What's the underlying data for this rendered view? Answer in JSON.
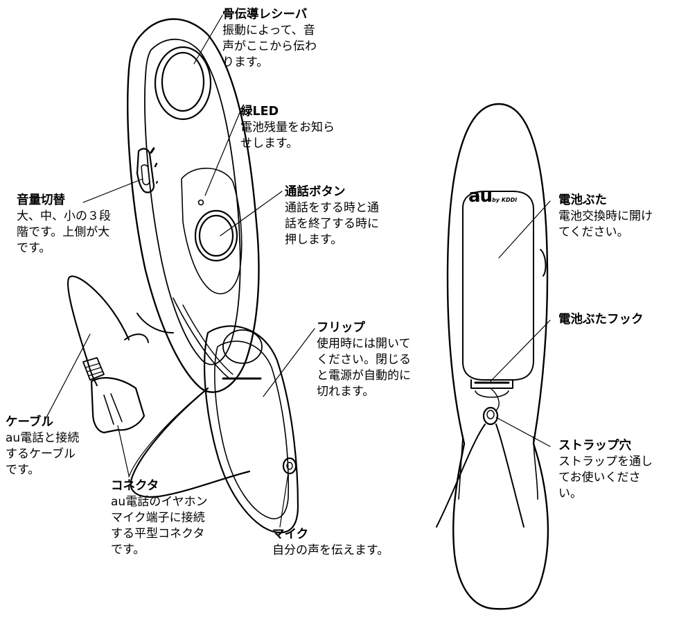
{
  "labels": {
    "receiver": {
      "title": "骨伝導レシーバ",
      "lines": [
        "振動によって、音",
        "声がここから伝わ",
        "ります。"
      ]
    },
    "led": {
      "title": "緑LED",
      "lines": [
        "電池残量をお知ら",
        "せします。"
      ]
    },
    "volume": {
      "title": "音量切替",
      "lines": [
        "大、中、小の３段",
        "階です。上側が大",
        "です。"
      ]
    },
    "talk_button": {
      "title": "通話ボタン",
      "lines": [
        "通話をする時と通",
        "話を終了する時に",
        "押します。"
      ]
    },
    "flip": {
      "title": "フリップ",
      "lines": [
        "使用時には開いて",
        "ください。閉じる",
        "と電源が自動的に",
        "切れます。"
      ]
    },
    "cable": {
      "title": "ケーブル",
      "lines": [
        "au電話と接続",
        "するケーブル",
        "です。"
      ]
    },
    "connector": {
      "title": "コネクタ",
      "lines": [
        "au電話のイヤホン",
        "マイク端子に接続",
        "する平型コネクタ",
        "です。"
      ]
    },
    "mic": {
      "title": "マイク",
      "lines": [
        "自分の声を伝えます。"
      ]
    },
    "battery_cover": {
      "title": "電池ぶた",
      "lines": [
        "電池交換時に開け",
        "てください。"
      ]
    },
    "battery_hook": {
      "title": "電池ぶたフック",
      "lines": []
    },
    "strap_hole": {
      "title": "ストラップ穴",
      "lines": [
        "ストラップを通し",
        "てお使いくださ",
        "い。"
      ]
    }
  },
  "logo": {
    "main": "au",
    "sub": "by KDDI"
  }
}
